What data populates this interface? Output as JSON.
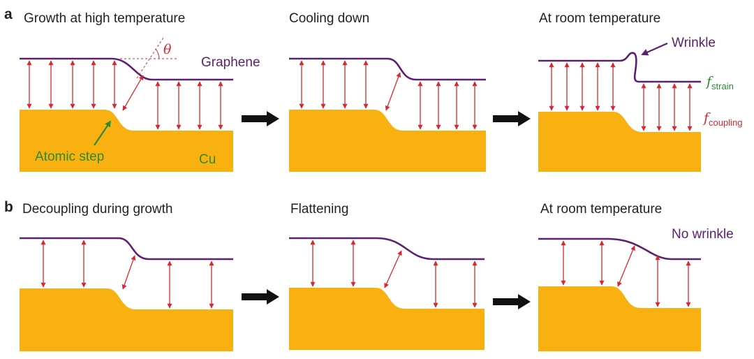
{
  "panels": {
    "a": {
      "label": "a"
    },
    "b": {
      "label": "b"
    }
  },
  "titles": {
    "a1": "Growth at high temperature",
    "a2": "Cooling down",
    "a3": "At room temperature",
    "b1": "Decoupling during growth",
    "b2": "Flattening",
    "b3": "At room temperature"
  },
  "labels": {
    "graphene": "Graphene",
    "theta": "θ",
    "atomic_step": "Atomic step",
    "cu": "Cu",
    "wrinkle": "Wrinkle",
    "f_strain_main": "f",
    "f_strain_sub": "strain",
    "f_coupling_main": "f",
    "f_coupling_sub": "coupling",
    "no_wrinkle": "No wrinkle"
  },
  "colors": {
    "copper": "#f9b112",
    "graphene": "#5b2170",
    "coupling": "#d7282f",
    "atomic_step_arrow": "#2e8b2e",
    "flow_arrow": "#111111"
  },
  "icons": {
    "flow_arrow": "right-arrow-icon"
  }
}
